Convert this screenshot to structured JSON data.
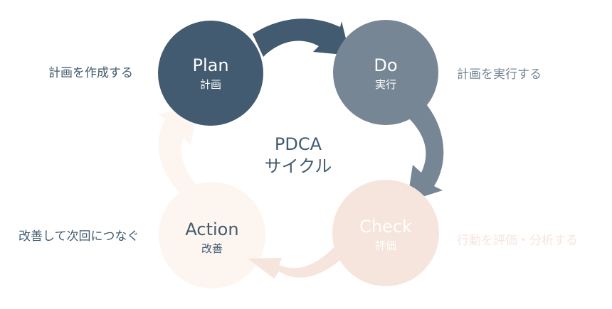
{
  "title": "PDCA",
  "subtitle": "サイクル",
  "colors": {
    "plan": "#425b70",
    "do": "#768695",
    "check": "#f6e5dc",
    "action": "#fdf5f0",
    "text_dark": "#425b70",
    "text_mid": "#768695",
    "text_light": "#f6e5dc",
    "white": "#ffffff"
  },
  "nodes": [
    {
      "key": "plan",
      "label": "Plan",
      "sublabel": "計画",
      "note": "計画を作成する"
    },
    {
      "key": "do",
      "label": "Do",
      "sublabel": "実行",
      "note": "計画を実行する"
    },
    {
      "key": "check",
      "label": "Check",
      "sublabel": "評価",
      "note": "行動を評価・分析する"
    },
    {
      "key": "action",
      "label": "Action",
      "sublabel": "改善",
      "note": "改善して次回につなぐ"
    }
  ],
  "flow": [
    "plan-to-do",
    "do-to-check",
    "check-to-action",
    "action-to-plan"
  ]
}
